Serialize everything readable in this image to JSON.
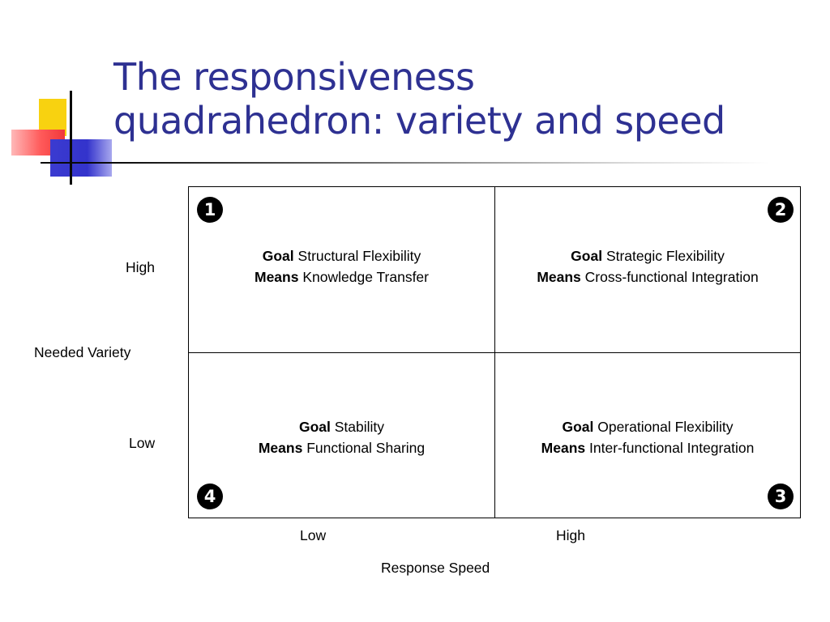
{
  "slide": {
    "title_lines": [
      "The responsiveness",
      "quadrahedron: variety and speed"
    ]
  },
  "colors": {
    "title": "#2e3192",
    "logo_yellow": "#f8d210",
    "logo_red": "#f0383b",
    "logo_blue": "#3333cc"
  },
  "matrix": {
    "quadrants": [
      {
        "number": "1",
        "goal_label": "Goal",
        "goal": "Structural Flexibility",
        "means_label": "Means",
        "means": "Knowledge Transfer"
      },
      {
        "number": "2",
        "goal_label": "Goal",
        "goal": "Strategic Flexibility",
        "means_label": "Means",
        "means": "Cross-functional Integration"
      },
      {
        "number": "4",
        "goal_label": "Goal",
        "goal": "Stability",
        "means_label": "Means",
        "means": "Functional Sharing"
      },
      {
        "number": "3",
        "goal_label": "Goal",
        "goal": "Operational Flexibility",
        "means_label": "Means",
        "means": "Inter-functional Integration"
      }
    ]
  },
  "axes": {
    "y_title": "Needed Variety",
    "y_high": "High",
    "y_low": "Low",
    "x_title": "Response Speed",
    "x_low": "Low",
    "x_high": "High"
  }
}
